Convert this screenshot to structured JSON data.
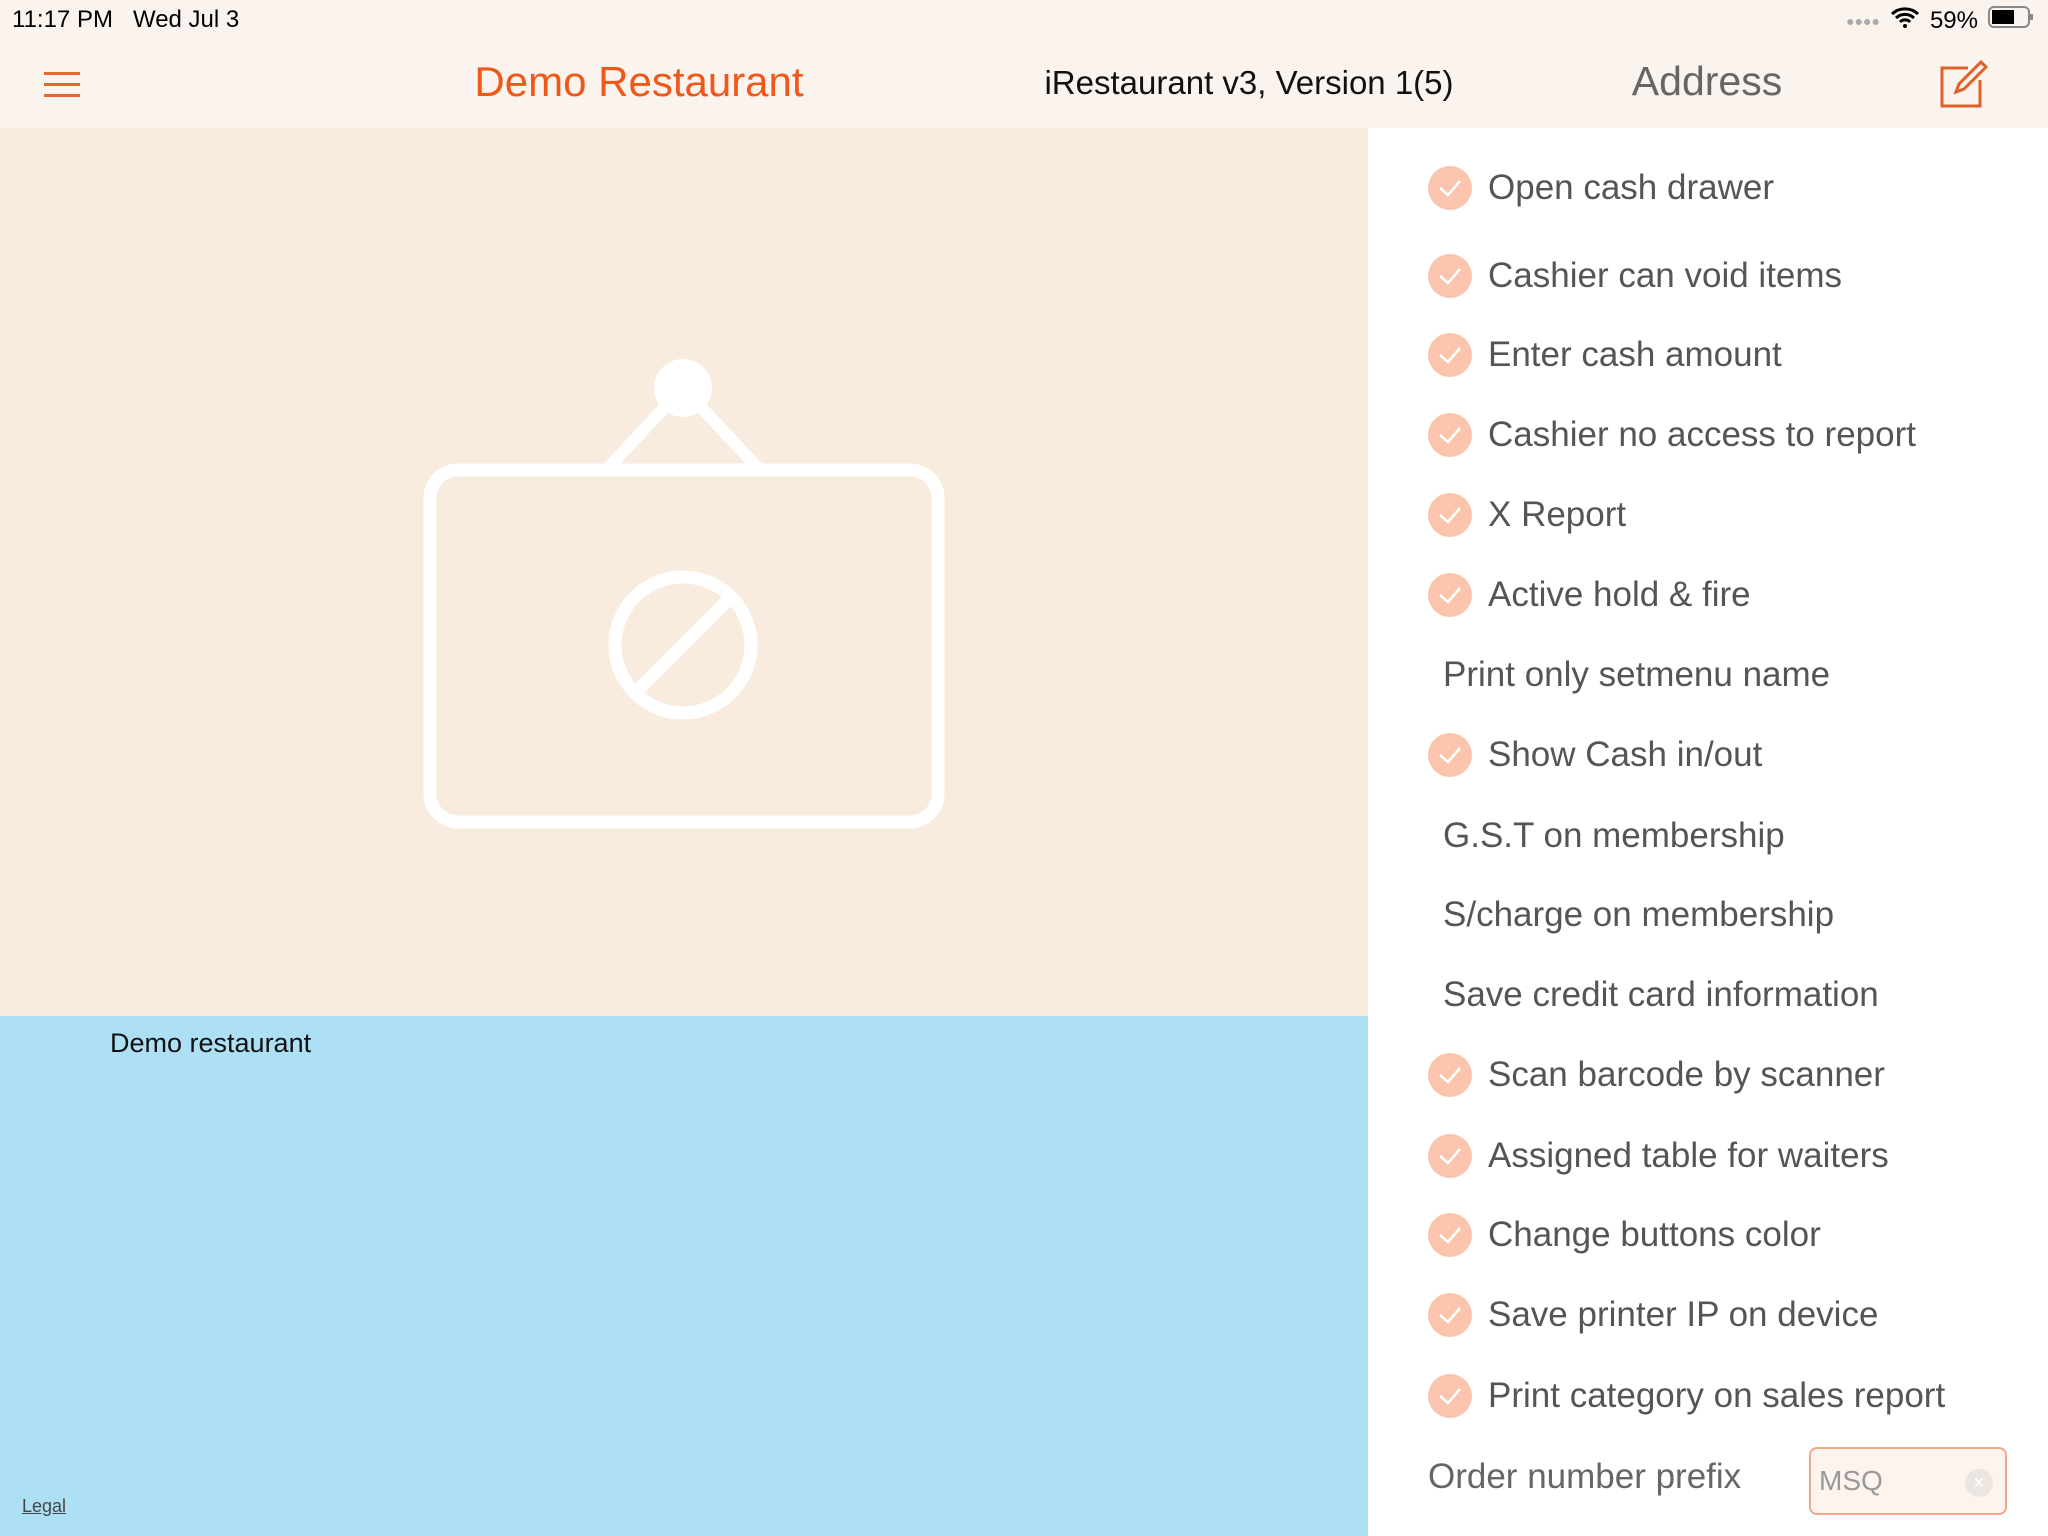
{
  "status": {
    "time": "11:17 PM",
    "date": "Wed Jul 3",
    "battery": "59%",
    "battery_level": 0.59
  },
  "header": {
    "title": "Demo Restaurant",
    "version": "iRestaurant v3, Version 1(5)",
    "address": "Address"
  },
  "main": {
    "restaurant_name": "Demo restaurant",
    "legal": "Legal"
  },
  "settings": [
    {
      "label": "Open cash drawer",
      "checked": true
    },
    {
      "label": "Cashier can void items",
      "checked": true
    },
    {
      "label": "Enter cash amount",
      "checked": true
    },
    {
      "label": "Cashier no access to report",
      "checked": true
    },
    {
      "label": "X Report",
      "checked": true
    },
    {
      "label": "Active hold & fire",
      "checked": true
    },
    {
      "label": "Print only setmenu name",
      "checked": false
    },
    {
      "label": "Show Cash in/out",
      "checked": true
    },
    {
      "label": "G.S.T on membership",
      "checked": false
    },
    {
      "label": "S/charge on membership",
      "checked": false
    },
    {
      "label": "Save credit card information",
      "checked": false
    },
    {
      "label": "Scan barcode by scanner",
      "checked": true
    },
    {
      "label": "Assigned table for waiters",
      "checked": true
    },
    {
      "label": "Change buttons color",
      "checked": true
    },
    {
      "label": "Save printer IP on device",
      "checked": true
    },
    {
      "label": "Print category on sales report",
      "checked": true
    }
  ],
  "order_prefix": {
    "label": "Order number prefix",
    "value": "MSQ"
  },
  "colors": {
    "accent": "#f0581a",
    "check": "#fbc5ad",
    "blue": "#aee0f5"
  }
}
